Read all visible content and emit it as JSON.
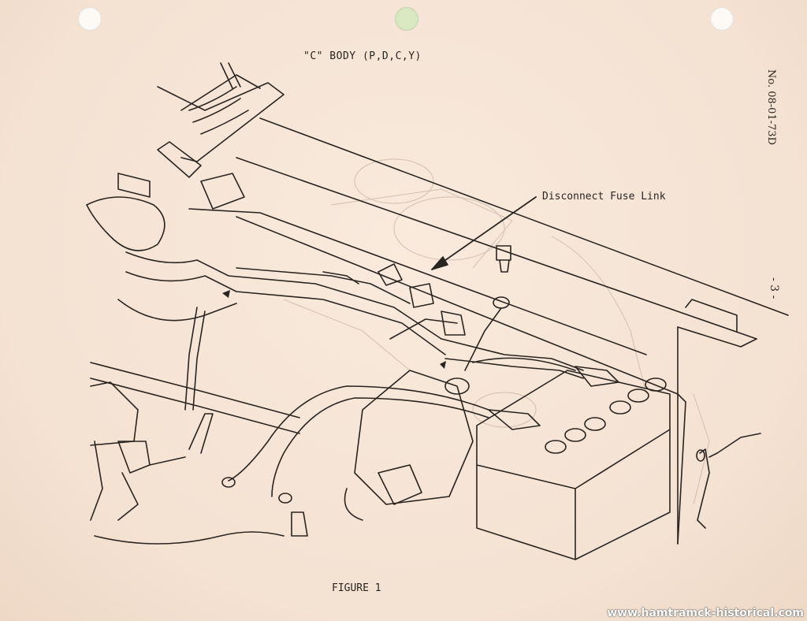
{
  "document": {
    "title": "\"C\" BODY (P,D,C,Y)",
    "doc_number": "No. 08-01-73D",
    "page_number": "- 3 -",
    "caption": "FIGURE 1",
    "callout": "Disconnect Fuse Link",
    "watermark": "www.hamtramck-historical.com"
  },
  "colors": {
    "paper": "#f6e6d8",
    "ink": "#2a2420",
    "bleed_through": "#c9b3a6"
  }
}
